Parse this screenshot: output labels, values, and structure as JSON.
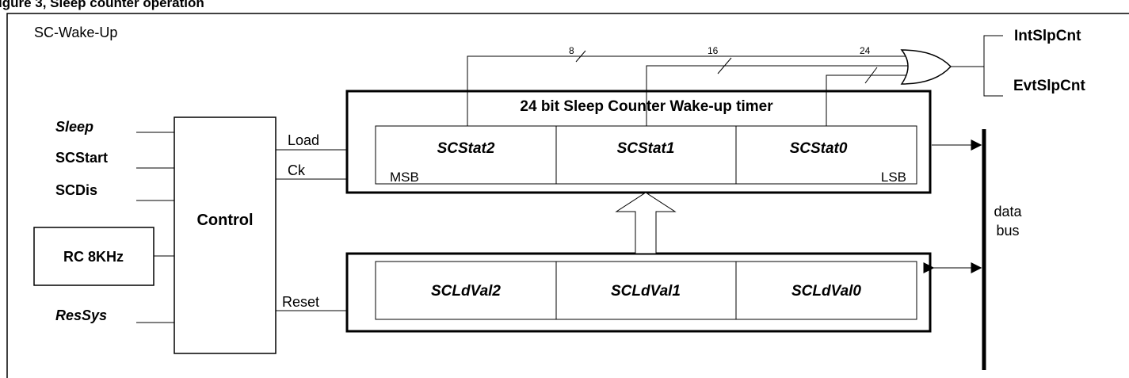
{
  "figure_caption": "igure 3, Sleep counter operation",
  "panel_title": "SC-Wake-Up",
  "inputs": {
    "sleep": "Sleep",
    "scstart": "SCStart",
    "scdis": "SCDis",
    "oscillator": "RC 8KHz",
    "ressys": "ResSys"
  },
  "control": {
    "label": "Control",
    "out_load": "Load",
    "out_ck": "Ck",
    "out_reset": "Reset"
  },
  "counter": {
    "title": "24 bit Sleep Counter Wake-up timer",
    "cells": [
      "SCStat2",
      "SCStat1",
      "SCStat0"
    ],
    "msb": "MSB",
    "lsb": "LSB"
  },
  "load_register": {
    "cells": [
      "SCLdVal2",
      "SCLdVal1",
      "SCLdVal0"
    ]
  },
  "bus": {
    "widths": [
      "8",
      "16",
      "24"
    ],
    "outputs": [
      "IntSlpCnt",
      "EvtSlpCnt"
    ],
    "data_bus_line1": "data",
    "data_bus_line2": "bus"
  }
}
